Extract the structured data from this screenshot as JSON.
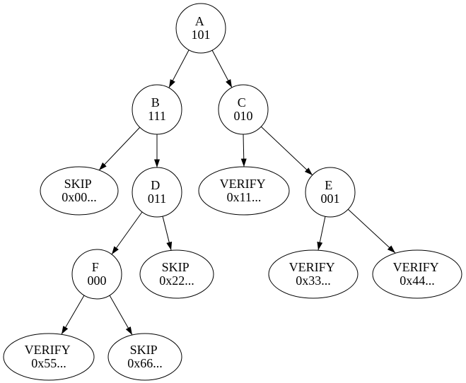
{
  "diagram": {
    "type": "tree",
    "background_color": "#ffffff",
    "node_stroke_color": "#000000",
    "text_color": "#000000",
    "nodes": {
      "A": {
        "shape": "circle",
        "line1": "A",
        "line2": "101"
      },
      "B": {
        "shape": "circle",
        "line1": "B",
        "line2": "111"
      },
      "C": {
        "shape": "circle",
        "line1": "C",
        "line2": "010"
      },
      "skip00": {
        "shape": "ellipse",
        "line1": "SKIP",
        "line2": "0x00..."
      },
      "D": {
        "shape": "circle",
        "line1": "D",
        "line2": "011"
      },
      "verify11": {
        "shape": "ellipse",
        "line1": "VERIFY",
        "line2": "0x11..."
      },
      "E": {
        "shape": "circle",
        "line1": "E",
        "line2": "001"
      },
      "F": {
        "shape": "circle",
        "line1": "F",
        "line2": "000"
      },
      "skip22": {
        "shape": "ellipse",
        "line1": "SKIP",
        "line2": "0x22..."
      },
      "verify33": {
        "shape": "ellipse",
        "line1": "VERIFY",
        "line2": "0x33..."
      },
      "verify44": {
        "shape": "ellipse",
        "line1": "VERIFY",
        "line2": "0x44..."
      },
      "verify55": {
        "shape": "ellipse",
        "line1": "VERIFY",
        "line2": "0x55..."
      },
      "skip66": {
        "shape": "ellipse",
        "line1": "SKIP",
        "line2": "0x66..."
      }
    },
    "edges": [
      {
        "from": "A",
        "to": "B"
      },
      {
        "from": "A",
        "to": "C"
      },
      {
        "from": "B",
        "to": "skip00"
      },
      {
        "from": "B",
        "to": "D"
      },
      {
        "from": "C",
        "to": "verify11"
      },
      {
        "from": "C",
        "to": "E"
      },
      {
        "from": "D",
        "to": "F"
      },
      {
        "from": "D",
        "to": "skip22"
      },
      {
        "from": "E",
        "to": "verify33"
      },
      {
        "from": "E",
        "to": "verify44"
      },
      {
        "from": "F",
        "to": "verify55"
      },
      {
        "from": "F",
        "to": "skip66"
      }
    ]
  }
}
